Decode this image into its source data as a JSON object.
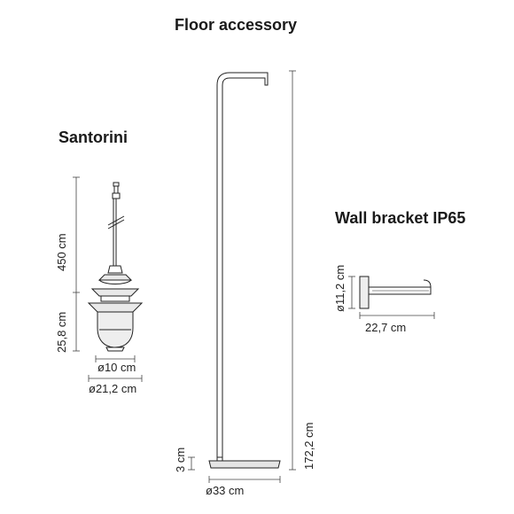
{
  "titles": {
    "floor_accessory": "Floor accessory",
    "santorini": "Santorini",
    "wall_bracket": "Wall bracket IP65"
  },
  "santorini": {
    "cable_length": "450 cm",
    "lamp_height": "25,8 cm",
    "base_diameter": "ø10 cm",
    "shade_diameter": "ø21,2 cm"
  },
  "floor": {
    "total_height": "172,2 cm",
    "base_height": "3 cm",
    "base_diameter": "ø33 cm"
  },
  "wall_bracket": {
    "height": "ø11,2 cm",
    "length": "22,7 cm"
  }
}
